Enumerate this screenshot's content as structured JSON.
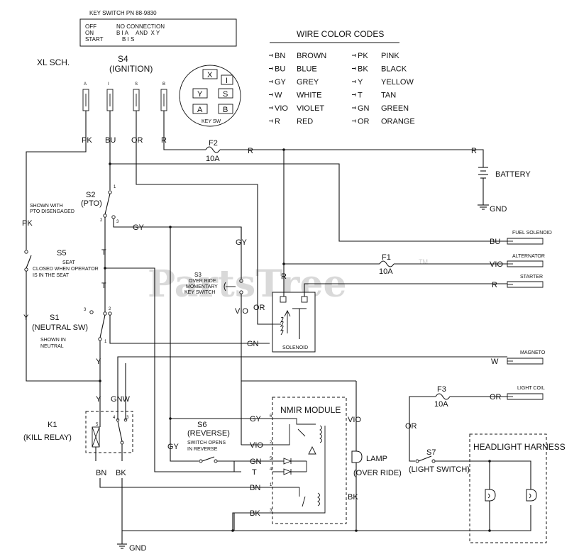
{
  "watermark": {
    "text": "PartsTree",
    "tm": "TM"
  },
  "key_switch_table": {
    "title": "KEY SWITCH PN 88-9830",
    "rows": [
      {
        "pos": "OFF",
        "conn": "NO CONNECTION"
      },
      {
        "pos": "ON",
        "conn": "B I A     AND  X Y"
      },
      {
        "pos": "START",
        "conn": "B I S"
      }
    ]
  },
  "schematic_label": "XL SCH.",
  "ignition": {
    "name": "S4",
    "title": "(IGNITION)",
    "terminals": [
      "A",
      "I",
      "S",
      "B"
    ],
    "wires": [
      "PK",
      "BU",
      "OR",
      "R"
    ]
  },
  "key_sw": {
    "label": "KEY SW",
    "cells": [
      "X",
      "I",
      "Y",
      "S",
      "A",
      "B"
    ]
  },
  "wire_color_codes": {
    "title": "WIRE COLOR CODES",
    "left": [
      {
        "code": "BN",
        "name": "BROWN"
      },
      {
        "code": "BU",
        "name": "BLUE"
      },
      {
        "code": "GY",
        "name": "GREY"
      },
      {
        "code": "W",
        "name": "WHITE"
      },
      {
        "code": "VIO",
        "name": "VIOLET"
      },
      {
        "code": "R",
        "name": "RED"
      }
    ],
    "right": [
      {
        "code": "PK",
        "name": "PINK"
      },
      {
        "code": "BK",
        "name": "BLACK"
      },
      {
        "code": "Y",
        "name": "YELLOW"
      },
      {
        "code": "T",
        "name": "TAN"
      },
      {
        "code": "GN",
        "name": "GREEN"
      },
      {
        "code": "OR",
        "name": "ORANGE"
      }
    ]
  },
  "fuses": {
    "f2": {
      "name": "F2",
      "rating": "10A"
    },
    "f1": {
      "name": "F1",
      "rating": "10A"
    },
    "f3": {
      "name": "F3",
      "rating": "10A"
    }
  },
  "battery": {
    "label": "BATTERY",
    "gnd": "GND"
  },
  "connectors": {
    "fuel": "FUEL SOLENOID",
    "alt": "ALTERNATOR",
    "starter": "STARTER",
    "magneto": "MAGNETO",
    "light_coil": "LIGHT COIL"
  },
  "s2": {
    "name": "S2",
    "title": "(PTO)",
    "note1": "SHOWN WITH",
    "note2": "PTO DISENGAGED"
  },
  "s5": {
    "name": "S5",
    "note1": "SEAT",
    "note2": "CLOSED WHEN OPERATOR",
    "note3": "IS IN THE SEAT"
  },
  "s1": {
    "name": "S1",
    "title": "(NEUTRAL SW)",
    "note1": "SHOWN IN",
    "note2": "NEUTRAL"
  },
  "s3": {
    "name": "S3",
    "note1": "OVER RIDE",
    "note2": "MOMENTARY",
    "note3": "KEY SWITCH"
  },
  "solenoid": {
    "label": "SOLENOID"
  },
  "k1": {
    "name": "K1",
    "title": "(KILL RELAY)"
  },
  "s6": {
    "name": "S6",
    "title": "(REVERSE)",
    "note1": "SWITCH OPENS",
    "note2": "IN REVERSE"
  },
  "nmir": {
    "label": "NMIR MODULE",
    "pins": [
      "6",
      "2",
      "5",
      "4",
      "1",
      "3"
    ]
  },
  "lamp": {
    "label": "LAMP",
    "title": "(OVER RIDE)"
  },
  "s7": {
    "name": "S7",
    "title": "(LIGHT SWITCH)"
  },
  "headlight": {
    "label": "HEADLIGHT HARNESS"
  },
  "gnd_bottom": "GND",
  "wire_labels": {
    "r_top": "R",
    "r_top2": "R",
    "pk_left": "PK",
    "y_left": "Y",
    "gy_pto": "GY",
    "gy_s3": "GY",
    "r_mid": "R",
    "vio_s3": "VIO",
    "or_s3": "OR",
    "gn_sol": "GN",
    "y_s1": "Y",
    "y_k1": "Y",
    "gnw": "GNW",
    "bu_fuel": "BU",
    "vio_alt": "VIO",
    "r_starter": "R",
    "w_mag": "W",
    "or_light": "OR",
    "or_vert": "OR",
    "gy_nm6": "GY",
    "vio_nm2": "VIO",
    "gn_nm5": "GN",
    "t_nm4": "T",
    "bn_nm1": "BN",
    "bk_nm3": "BK",
    "gy_s6": "GY",
    "vio_lamp": "VIO",
    "bk_lamp": "BK",
    "bn_k1": "BN",
    "bk_k1": "BK",
    "t_s5a": "T",
    "t_s5b": "T"
  },
  "pin_numbers": {
    "s2_1": "1",
    "s2_2": "2",
    "s2_3": "3",
    "s1_1": "1",
    "s1_2": "2",
    "s1_3": "3",
    "k1_3": "3",
    "k1_4": "4",
    "k1_5": "5"
  }
}
